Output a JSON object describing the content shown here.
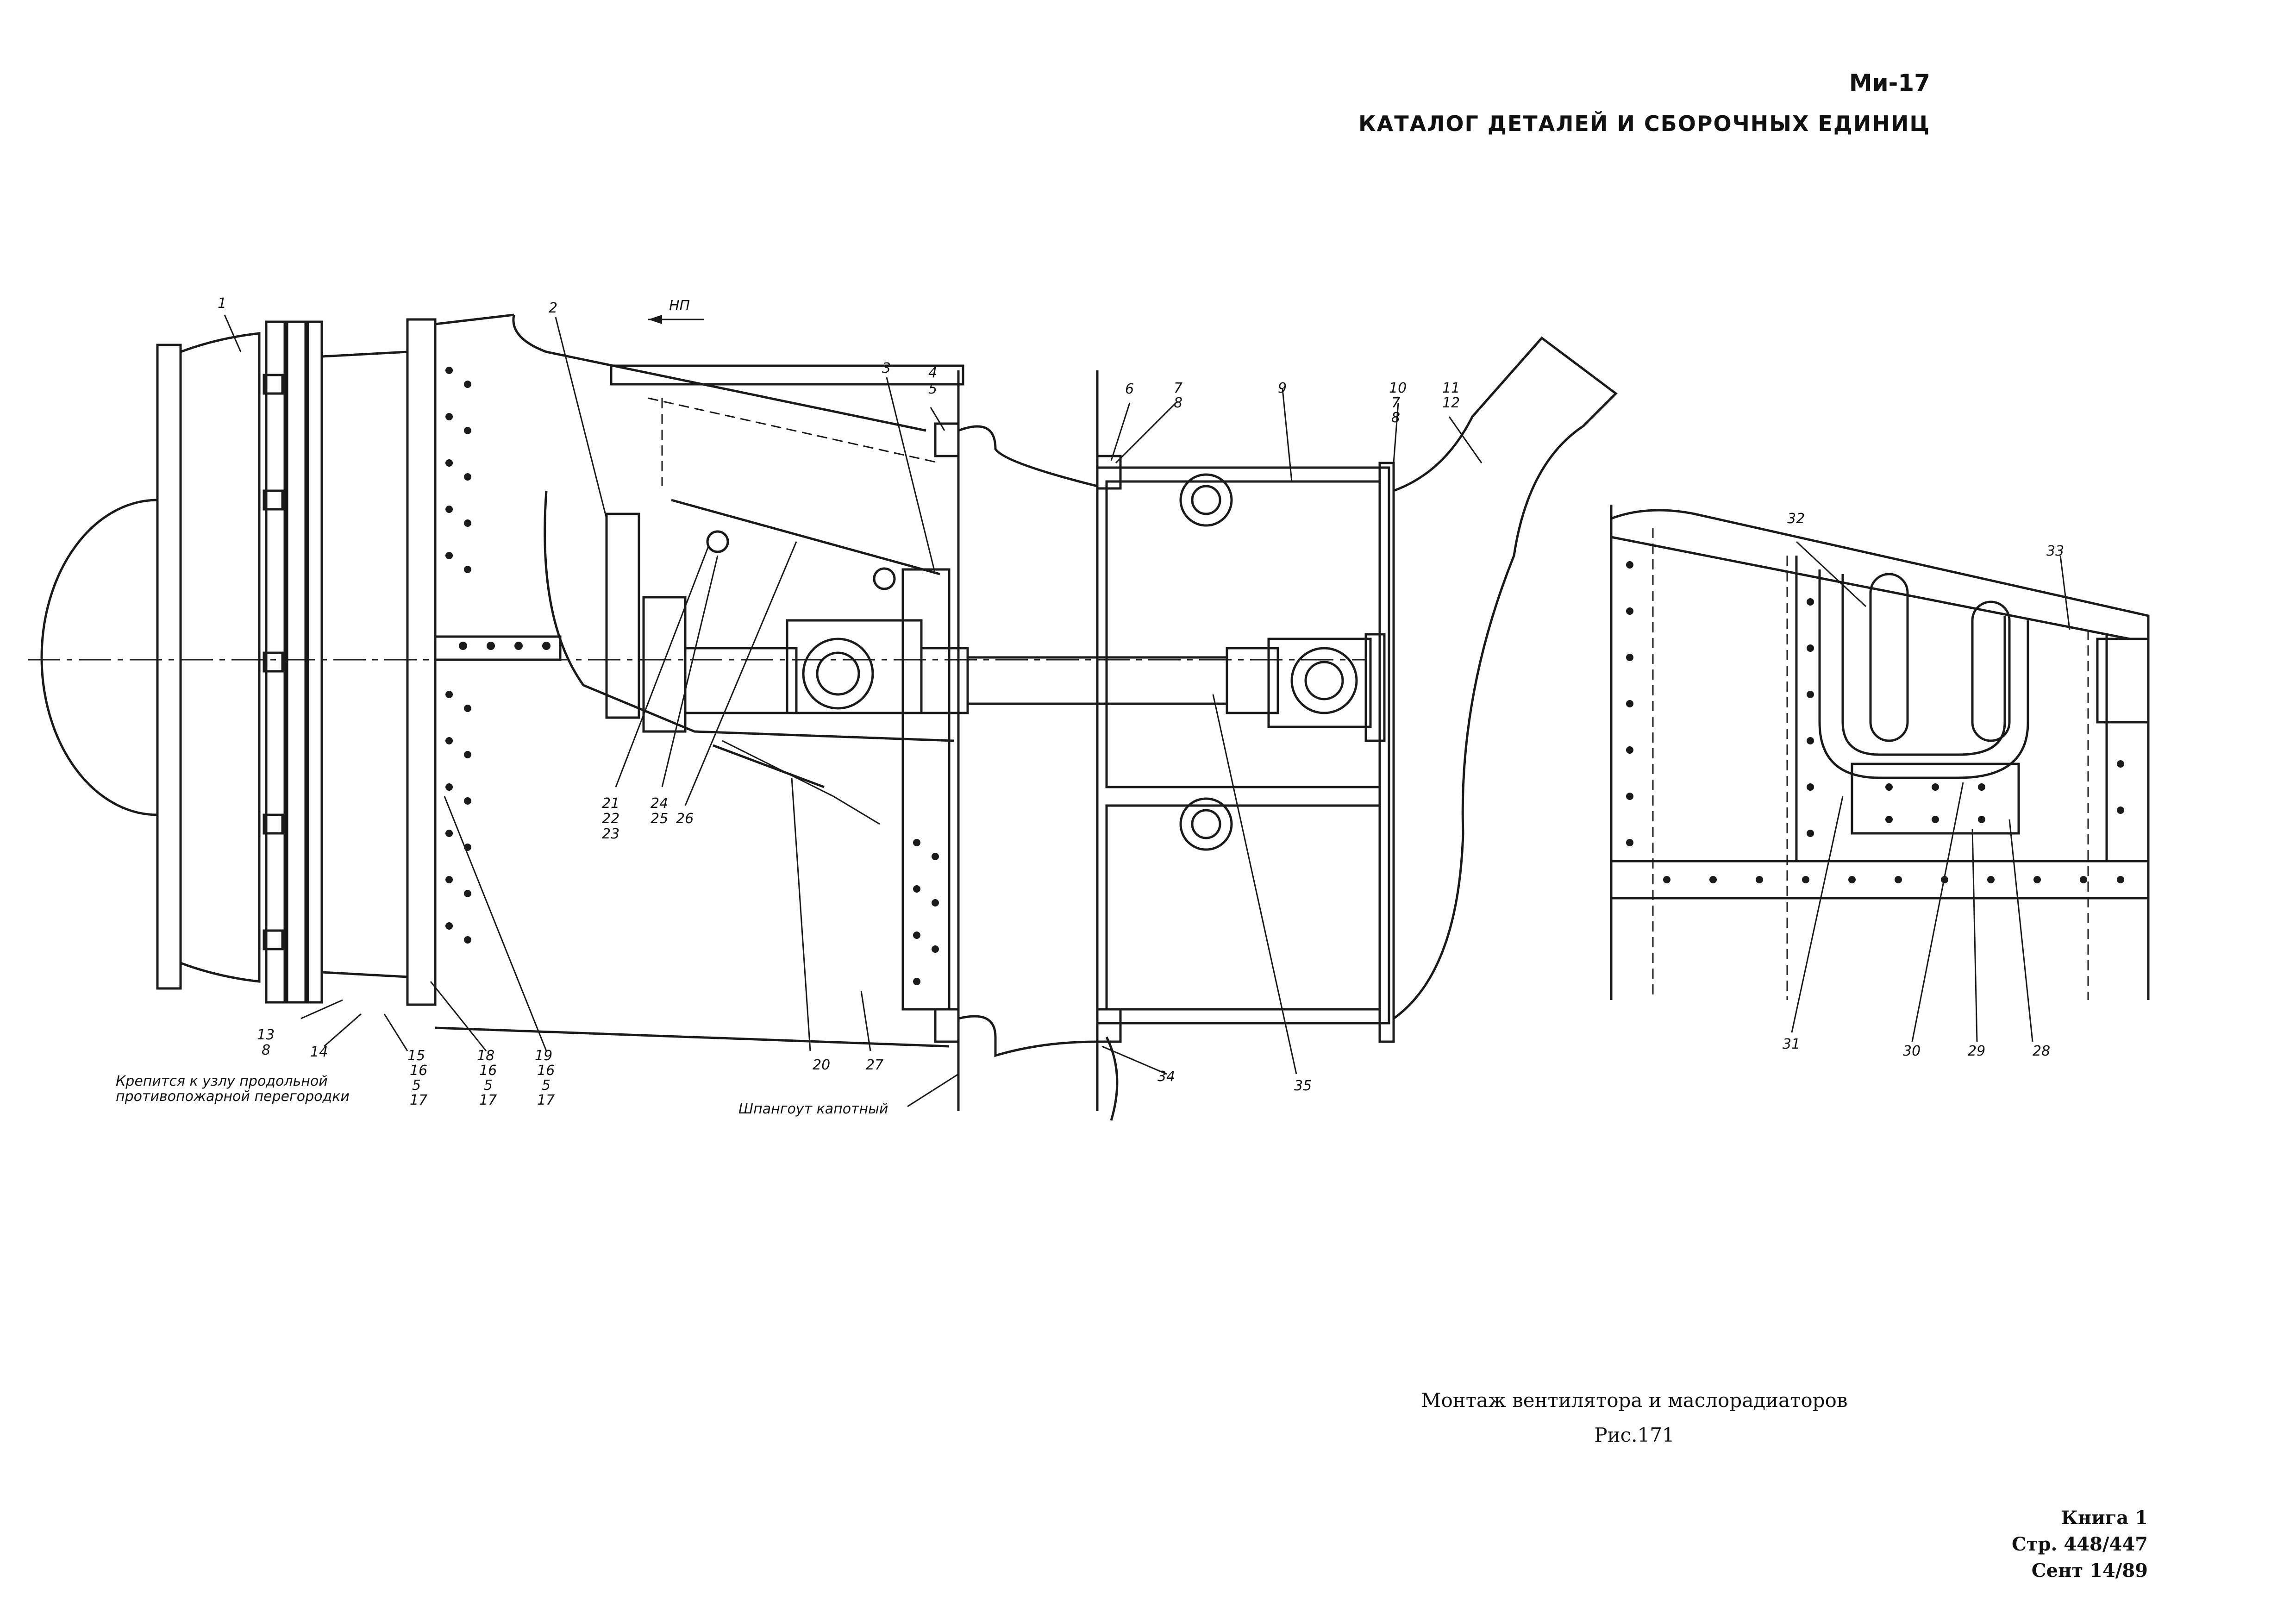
{
  "header": {
    "model": "Ми-17",
    "catalog_title": "КАТАЛОГ ДЕТАЛЕЙ И СБОРОЧНЫХ ЕДИНИЦ"
  },
  "diagram": {
    "direction_label": "НП",
    "notes": {
      "attach_line1": "Крепится к узлу продольной",
      "attach_line2": "противопожарной перегородки",
      "frame": "Шпангоут капотный"
    },
    "callouts": {
      "c1": "1",
      "c2": "2",
      "c3": "3",
      "c4": "4",
      "c5": "5",
      "c6": "6",
      "c7": "7",
      "c8": "8",
      "c9": "9",
      "c10": "10",
      "c10b": "7",
      "c10c": "8",
      "c11": "11",
      "c12": "12",
      "c13": "13",
      "c13b": "8",
      "c14": "14",
      "c15": "15",
      "c15b": "16",
      "c15c": "5",
      "c15d": "17",
      "c18": "18",
      "c18b": "16",
      "c18c": "5",
      "c18d": "17",
      "c19": "19",
      "c19b": "16",
      "c19c": "5",
      "c19d": "17",
      "c20": "20",
      "c21": "21",
      "c22": "22",
      "c23": "23",
      "c24": "24",
      "c25": "25",
      "c26": "26",
      "c27": "27",
      "c28": "28",
      "c29": "29",
      "c30": "30",
      "c31": "31",
      "c32": "32",
      "c33": "33",
      "c34": "34",
      "c35": "35"
    }
  },
  "caption": {
    "title": "Монтаж вентилятора и маслорадиаторов",
    "figure": "Рис.171"
  },
  "footer": {
    "book": "Книга 1",
    "page": "Стр. 448/447",
    "date": "Сент 14/89"
  }
}
